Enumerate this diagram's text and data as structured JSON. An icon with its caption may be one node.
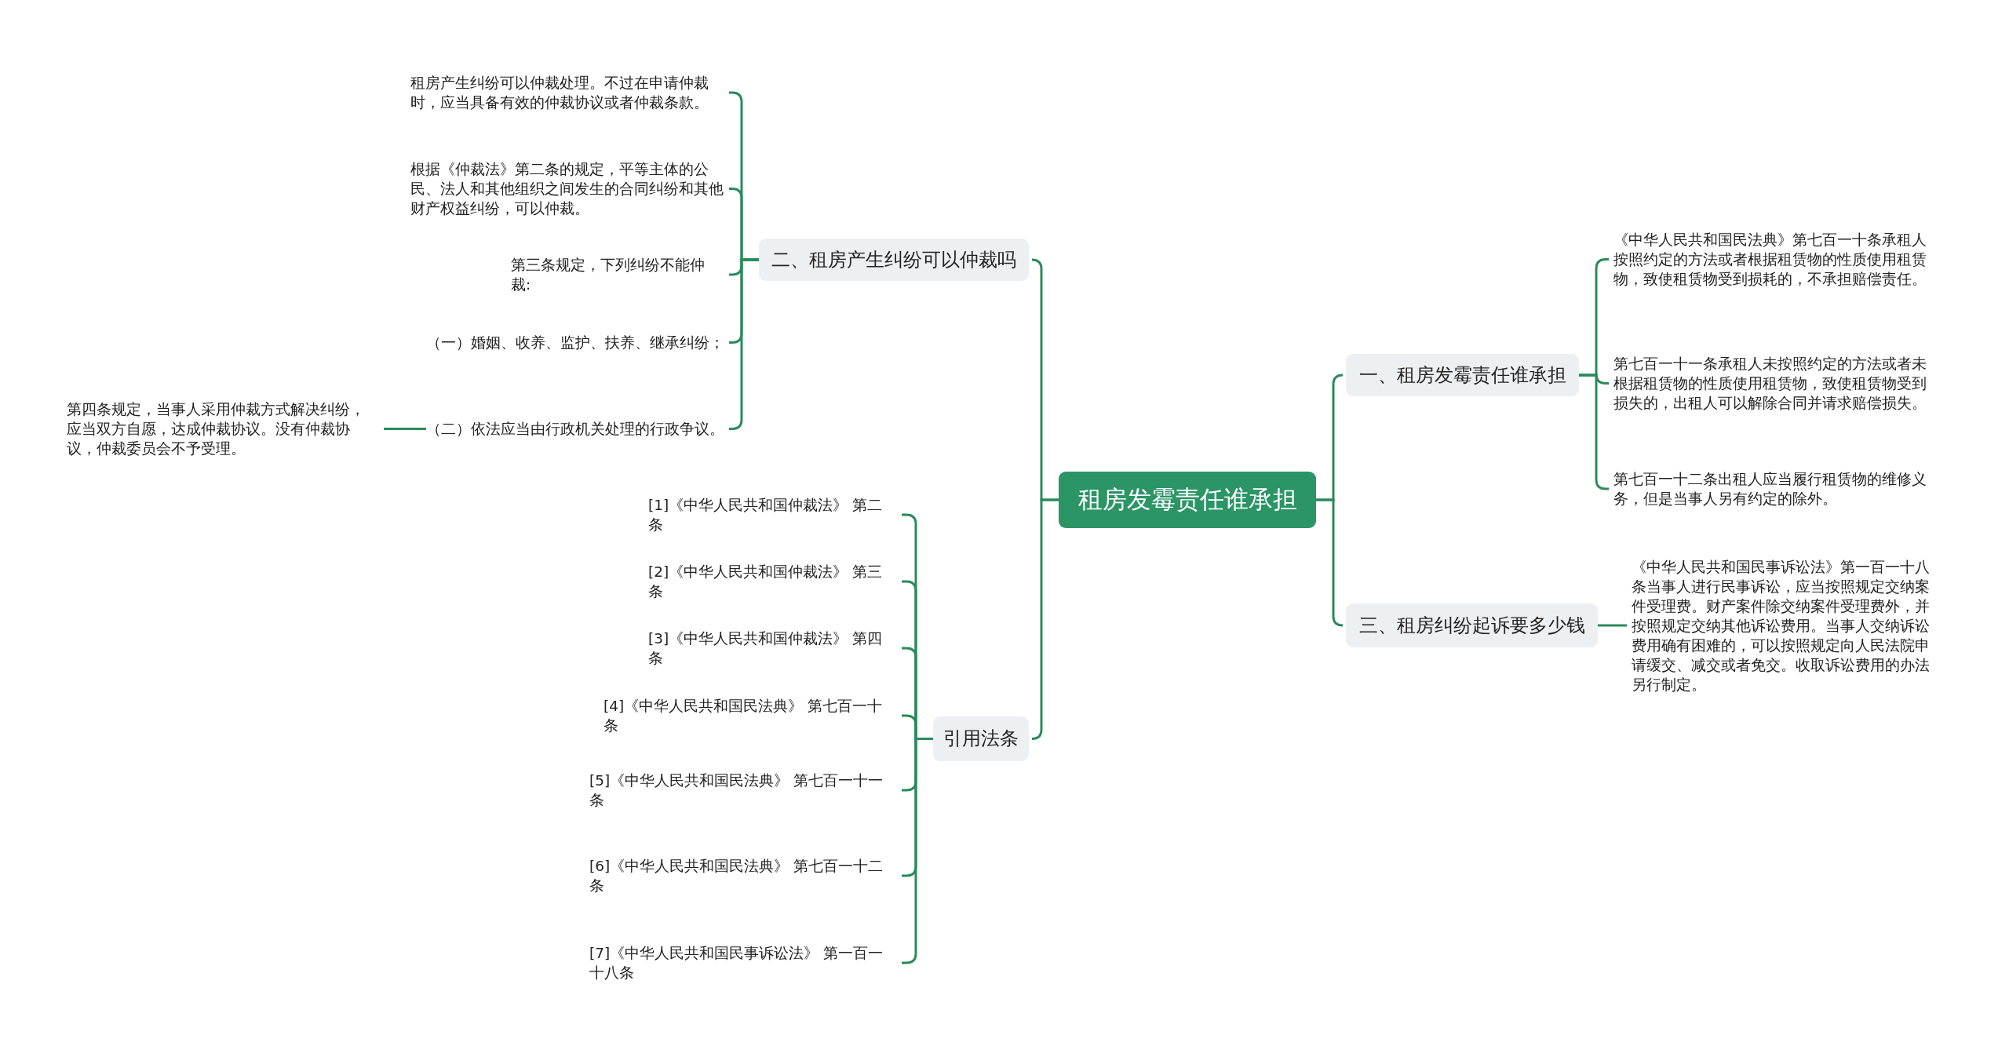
{
  "diagram": {
    "nodes": [
      {
        "text": [
          "租房发霉责任谁承担"
        ]
      },
      {
        "text": [
          "一、租房发霉责任谁承担"
        ]
      },
      {
        "text": [
          "《中华人民共和国民法典》第七百一十条承租人按照约定的方法或者根据租赁物的性质使用租赁物，致使租赁物受到损耗的，不承担赔偿责任。"
        ]
      },
      {
        "text": [
          "第七百一十一条承租人未按照约定的方法或者未根据租赁物的性质使用租赁物，致使租赁物受到损失的，出租人可以解除合同并请求赔偿损失。"
        ]
      },
      {
        "text": [
          "第七百一十二条出租人应当履行租赁物的维修义务，但是当事人另有约定的除外。"
        ]
      },
      {
        "text": [
          "三、租房纠纷起诉要多少钱"
        ]
      },
      {
        "text": [
          "《中华人民共和国民事诉讼法》第一百一十八条当事人进行民事诉讼，应当按照规定交纳案件受理费。财产案件除交纳案件受理费外，并按照规定交纳其他诉讼费用。当事人交纳诉讼费用确有困难的，可以按照规定向人民法院申请缓交、减交或者免交。收取诉讼费用的办法另行制定。"
        ]
      },
      {
        "text": [
          "二、租房产生纠纷可以仲裁吗"
        ]
      },
      {
        "text": [
          "租房产生纠纷可以仲裁处理。不过在申请仲裁时，应当具备有效的仲裁协议或者仲裁条款。"
        ]
      },
      {
        "text": [
          "根据《仲裁法》第二条的规定，平等主体的公民、法人和其他组织之间发生的合同纠纷和其他财产权益纠纷，可以仲裁。"
        ]
      },
      {
        "text": [
          "第三条规定，下列纠纷不能仲裁:"
        ]
      },
      {
        "text": [
          "（一）婚姻、收养、监护、扶养、继承纠纷；"
        ]
      },
      {
        "text": [
          "（二）依法应当由行政机关处理的行政争议。"
        ]
      },
      {
        "text": [
          "第四条规定，当事人采用仲裁方式解决纠纷，应当双方自愿，达成仲裁协议。没有仲裁协议，仲裁委员会不予受理。"
        ]
      },
      {
        "text": [
          "引用法条"
        ]
      },
      {
        "text": [
          "[1]《中华人民共和国仲裁法》 第二条"
        ]
      },
      {
        "text": [
          "[2]《中华人民共和国仲裁法》 第三条"
        ]
      },
      {
        "text": [
          "[3]《中华人民共和国仲裁法》 第四条"
        ]
      },
      {
        "text": [
          "[4]《中华人民共和国民法典》 第七百一十条"
        ]
      },
      {
        "text": [
          "[5]《中华人民共和国民法典》 第七百一十一条"
        ]
      },
      {
        "text": [
          "[6]《中华人民共和国民法典》 第七百一十二条"
        ]
      },
      {
        "text": [
          "[7]《中华人民共和国民事诉讼法》 第一百一十八条"
        ]
      }
    ],
    "edges": [
      {
        "from": 0,
        "to": 1,
        "arrow": "none"
      },
      {
        "from": 1,
        "to": 2,
        "arrow": "none"
      },
      {
        "from": 1,
        "to": 3,
        "arrow": "none"
      },
      {
        "from": 1,
        "to": 4,
        "arrow": "none"
      },
      {
        "from": 0,
        "to": 5,
        "arrow": "none"
      },
      {
        "from": 5,
        "to": 6,
        "arrow": "none"
      },
      {
        "from": 0,
        "to": 7,
        "arrow": "none"
      },
      {
        "from": 7,
        "to": 8,
        "arrow": "none"
      },
      {
        "from": 7,
        "to": 9,
        "arrow": "none"
      },
      {
        "from": 7,
        "to": 10,
        "arrow": "none"
      },
      {
        "from": 7,
        "to": 11,
        "arrow": "none"
      },
      {
        "from": 7,
        "to": 12,
        "arrow": "none"
      },
      {
        "from": 12,
        "to": 13,
        "arrow": "none"
      },
      {
        "from": 0,
        "to": 14,
        "arrow": "none"
      },
      {
        "from": 14,
        "to": 15,
        "arrow": "none"
      },
      {
        "from": 14,
        "to": 16,
        "arrow": "none"
      },
      {
        "from": 14,
        "to": 17,
        "arrow": "none"
      },
      {
        "from": 14,
        "to": 18,
        "arrow": "none"
      },
      {
        "from": 14,
        "to": 19,
        "arrow": "none"
      },
      {
        "from": 14,
        "to": 20,
        "arrow": "none"
      },
      {
        "from": 14,
        "to": 21,
        "arrow": "none"
      }
    ]
  }
}
